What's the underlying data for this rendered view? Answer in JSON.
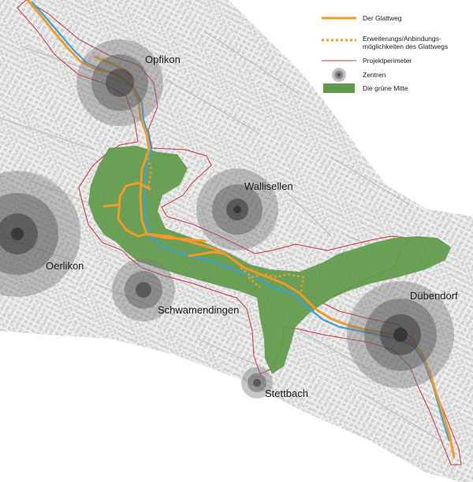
{
  "colors": {
    "glattweg": "#f39a2b",
    "river": "#3ba3d8",
    "perimeter": "#c8363c",
    "green_center": "#5e9a4a",
    "center_halo": "#6f6f6f",
    "background": "#ffffff",
    "base_lines": "#cfcfcf"
  },
  "centers": [
    {
      "name": "Opfikon",
      "icon": "concentric-circles-icon"
    },
    {
      "name": "Wallisellen",
      "icon": "concentric-circles-icon"
    },
    {
      "name": "Oerlikon",
      "icon": "concentric-circles-icon"
    },
    {
      "name": "Schwamendingen",
      "icon": "concentric-circles-icon"
    },
    {
      "name": "Dübendorf",
      "icon": "concentric-circles-icon"
    },
    {
      "name": "Stettbach",
      "icon": "concentric-circles-icon"
    }
  ],
  "legend": {
    "items": [
      {
        "label": "Der Glattweg",
        "symbol": "solid-orange-line"
      },
      {
        "label_line1": "Erweiterungs/Anbindungs-",
        "label_line2": "möglichkeiten des Glattwegs",
        "symbol": "dotted-orange-line"
      },
      {
        "label": "Projektperimeter",
        "symbol": "thin-red-line"
      },
      {
        "label": "Zentren",
        "symbol": "gray-concentric-circle"
      },
      {
        "label": "Die grüne Mitte",
        "symbol": "green-rectangle"
      }
    ]
  }
}
